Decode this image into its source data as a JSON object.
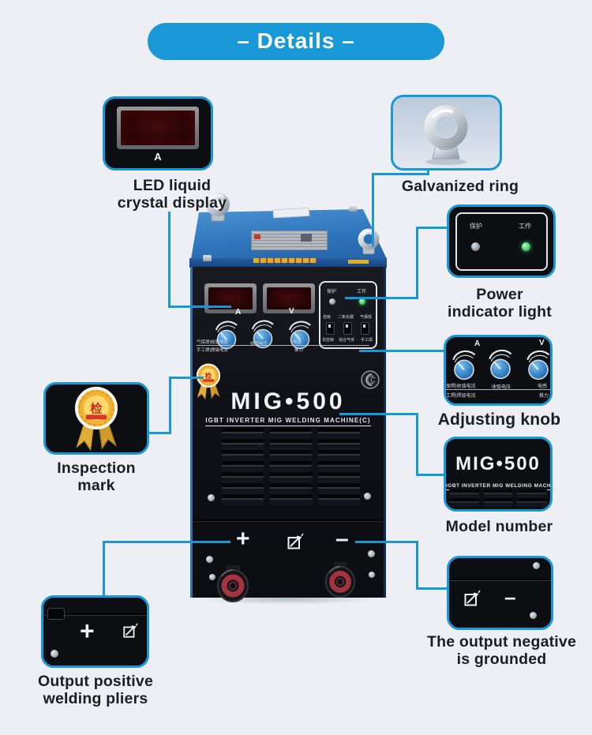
{
  "page": {
    "title_pill": "– Details –"
  },
  "colors": {
    "accent_blue": "#1898d6",
    "background": "#edeff4",
    "callout_black": "#0d0e12",
    "label_text": "#1c1d1f",
    "machine_blue": "#3077bd",
    "led_screen_red": "#440a0d",
    "knob_blue": "#2f7fc2",
    "indicator_green": "#34c257",
    "wheel_red": "#a23340",
    "badge_gold": "#f1b434"
  },
  "callouts": {
    "led": {
      "lines": [
        "LED liquid",
        "crystal display"
      ],
      "display_letter": "A"
    },
    "ring": {
      "lines": [
        "Galvanized ring"
      ]
    },
    "power": {
      "lines": [
        "Power",
        "indicator light"
      ]
    },
    "knob": {
      "lines": [
        "Adjusting knob"
      ]
    },
    "model": {
      "lines": [
        "Model number"
      ]
    },
    "negative": {
      "lines": [
        "The output negative",
        "is grounded"
      ],
      "minus": "–"
    },
    "inspection": {
      "lines": [
        "Inspection",
        "mark"
      ],
      "badge_char": "检"
    },
    "positive": {
      "lines": [
        "Output positive",
        "welding pliers"
      ],
      "plus": "+"
    }
  },
  "machine": {
    "model": "MIG•500",
    "subtitle": "IGBT INVERTER MIG WELDING MACHINE(C)",
    "amp": "A",
    "volt": "V",
    "plus": "+",
    "minus": "–",
    "indicator": {
      "protect": "保护",
      "work": "工作"
    },
    "switches": {
      "top": [
        "自锁",
        "二氧化碳",
        "气保焊"
      ],
      "bottom": [
        "非自锁",
        "混合气体",
        "手工焊"
      ]
    },
    "knob_labels": {
      "l1": "气保焊|收弧电流",
      "l2": "手工焊|焊接电流",
      "m": "收弧电压",
      "r1": "电感",
      "r2": "推力"
    }
  }
}
